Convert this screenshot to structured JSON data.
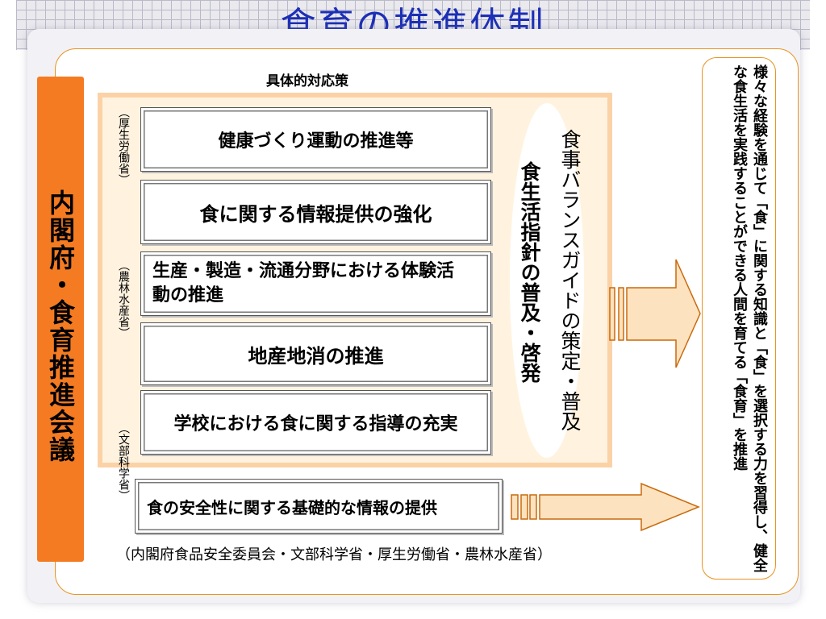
{
  "title": "食育の推進体制",
  "subheading": "具体的対応策",
  "left_bar": "内閣府・食育推進会議",
  "ministries": {
    "mhlw": "（厚生労働省）",
    "maff": "（農林水産省）",
    "mext": "（文部科学省）"
  },
  "measures": [
    "健康づくり運動の推進等",
    "食に関する情報提供の強化",
    "生産・製造・流通分野における体験活動の推進",
    "地産地消の推進",
    "学校における食に関する指導の充実"
  ],
  "safety_box": "食の安全性に関する基礎的な情報の提供",
  "vertical_guide": "食事バランスガイドの策定・普及",
  "vertical_dietary": "食生活指針の普及・啓発",
  "goal_text": "様々な経験を通じて「食」に関する知識と「食」を選択する力を習得し、健全な食生活を実践することができる人間を育てる「食育」を推進",
  "footnote": "（内閣府食品安全委員会・文部科学省・厚生労働省・農林水産省）",
  "colors": {
    "title": "#1c2fb6",
    "left_bar": "#f47b22",
    "panel_fill": "#fff3e0",
    "panel_border": "#fbd2a6",
    "accent_border": "#e8931f",
    "arrow_fill": "#fde2bf"
  }
}
